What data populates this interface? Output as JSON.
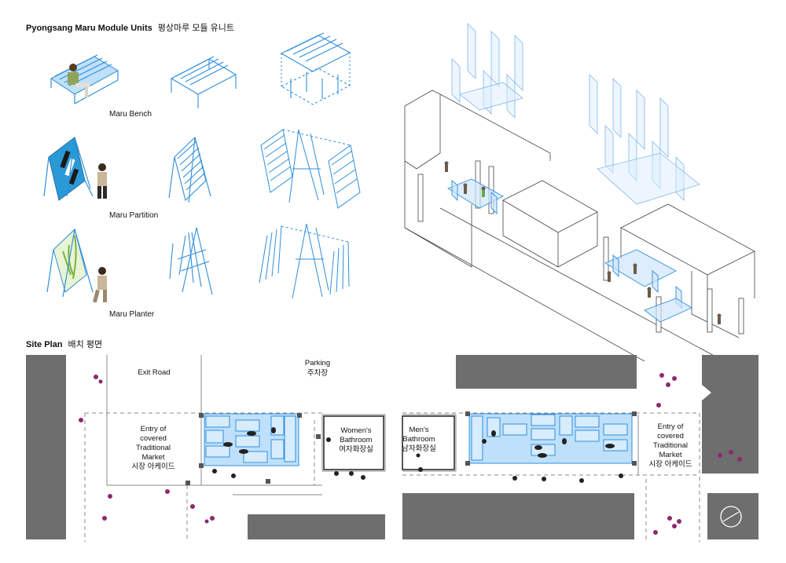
{
  "modules": {
    "title": "Pyongsang Maru Module Units",
    "title_ko": "평상마루 모듈 유니트",
    "items": [
      {
        "caption": "Maru Bench"
      },
      {
        "caption": "Maru Partition"
      },
      {
        "caption": "Maru Planter"
      }
    ]
  },
  "site_plan": {
    "title": "Site Plan",
    "title_ko": "배치 평면",
    "labels": {
      "exit_road": "Exit Road",
      "parking": "Parking",
      "parking_ko": "주차장",
      "entry_left": [
        "Entry of",
        "covered",
        "Traditional",
        "Market"
      ],
      "entry_left_ko": "시장 아케이드",
      "womens": [
        "Women's",
        "Bathroom"
      ],
      "womens_ko": "여자화장실",
      "mens": [
        "Men's",
        "Bathroom"
      ],
      "mens_ko": "남자화장실",
      "entry_right": [
        "Entry of",
        "covered",
        "Traditional",
        "Market"
      ],
      "entry_right_ko": "시장 아케이드"
    }
  },
  "colors": {
    "module_blue": "#2f8fdd",
    "module_fill": "#bfe0fa",
    "building_gray": "#6e6e6e",
    "line_gray": "#8a8a8a"
  }
}
